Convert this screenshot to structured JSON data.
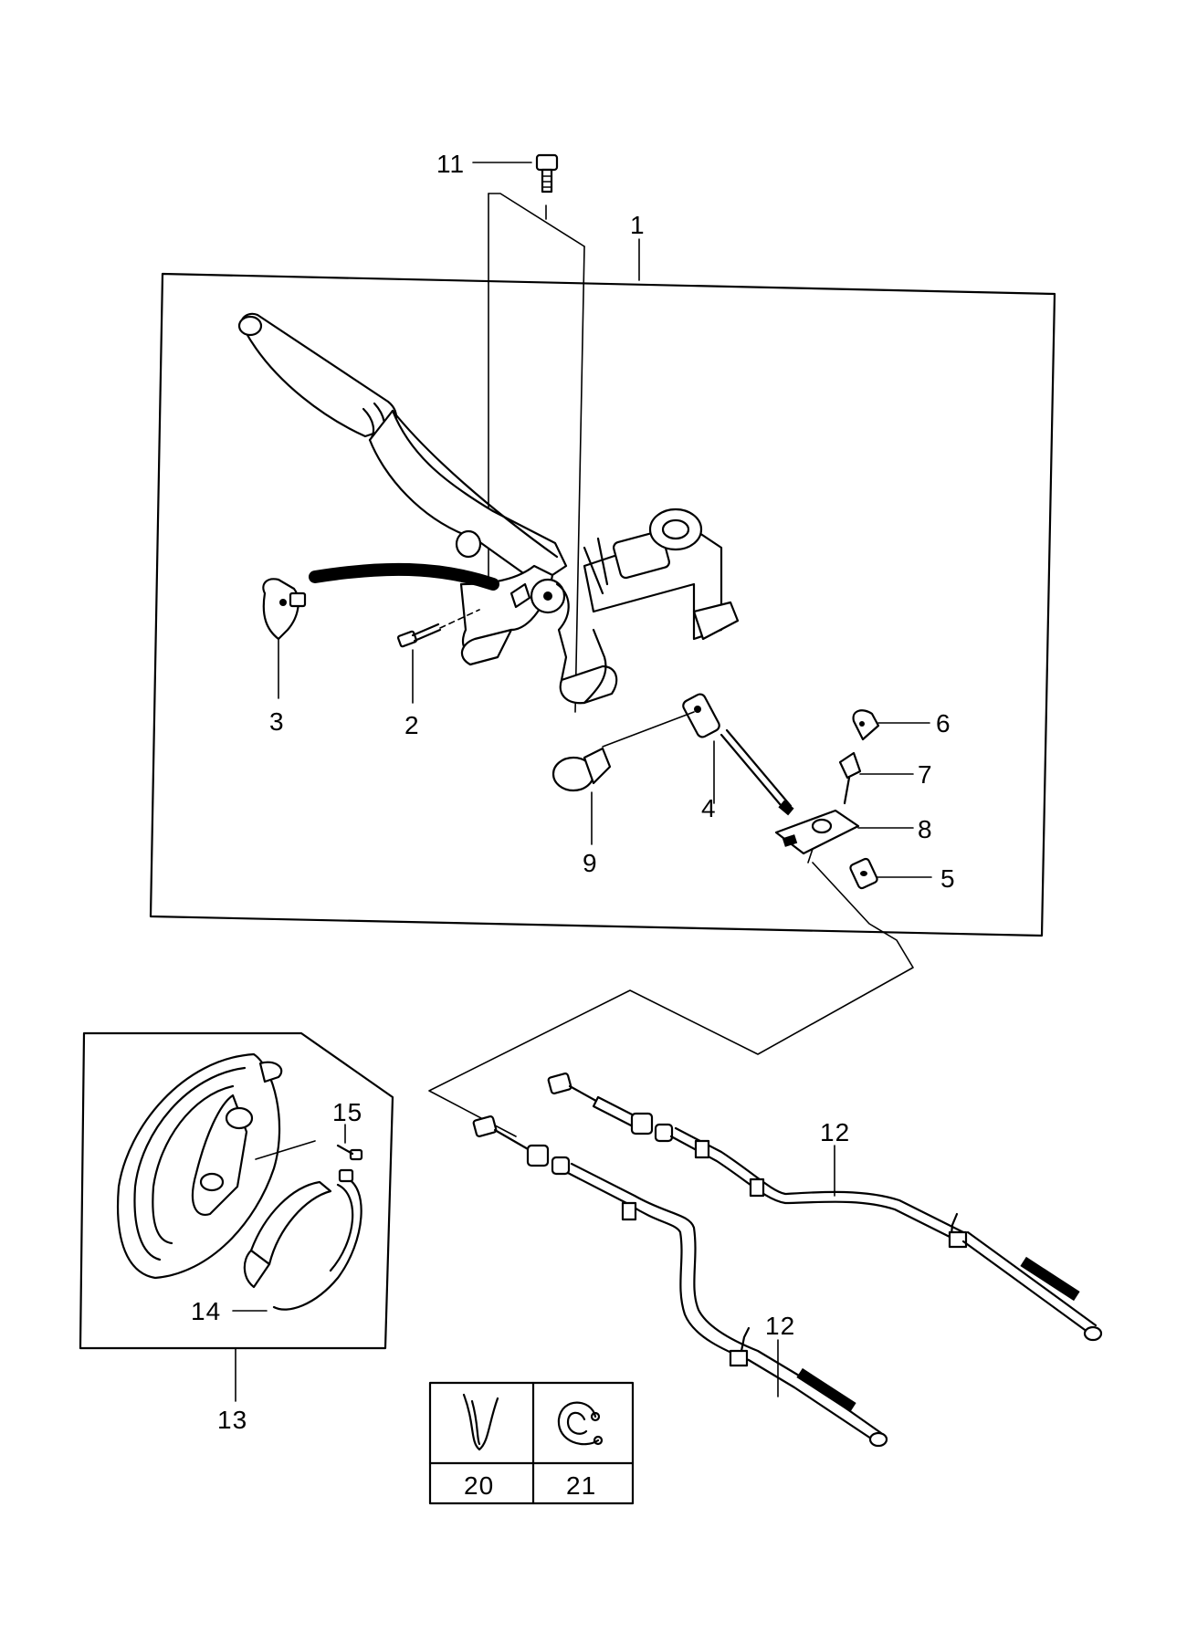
{
  "callouts": {
    "c1": "1",
    "c2": "2",
    "c3": "3",
    "c4": "4",
    "c5": "5",
    "c6": "6",
    "c7": "7",
    "c8": "8",
    "c9": "9",
    "c11": "11",
    "c12a": "12",
    "c12b": "12",
    "c13": "13",
    "c14": "14",
    "c15": "15"
  },
  "legend": {
    "cell_20": "20",
    "cell_21": "21",
    "icons": [
      "clip-icon",
      "snap-ring-icon"
    ]
  },
  "colors": {
    "ink": "#000000",
    "paper": "#ffffff"
  }
}
